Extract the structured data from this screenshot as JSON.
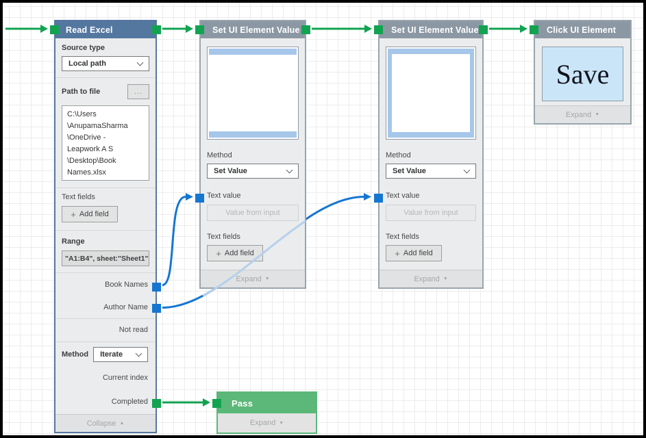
{
  "colors": {
    "connector_green": "#12a351",
    "connector_blue": "#1576d1",
    "connector_blue_dimmed": "#b5d0ec",
    "header_blue": "#54779f",
    "header_gray": "#8b98a4",
    "pass_green": "#5bb878",
    "preview_blue": "#a6c6ea",
    "save_preview_bg": "#cbe5f8"
  },
  "nodes": {
    "read_excel": {
      "title": "Read Excel",
      "source_type": {
        "label": "Source type",
        "value": "Local path"
      },
      "path_to_file": {
        "label": "Path to file",
        "browse": "...",
        "value": "C:\\Users\n\\AnupamaSharma\n\\OneDrive -\nLeapwork A S\n\\Desktop\\Book\nNames.xlsx"
      },
      "text_fields": {
        "label": "Text fields",
        "plus": "+",
        "add_button": "Add field"
      },
      "range": {
        "label": "Range",
        "value": "\"A1:B4\", sheet:\"Sheet1\""
      },
      "ports": {
        "book_names": "Book Names",
        "author_name": "Author Name",
        "not_read": "Not read",
        "current_index": "Current index",
        "completed": "Completed"
      },
      "method": {
        "label": "Method",
        "value": "Iterate"
      },
      "footer": {
        "label": "Collapse",
        "icon": "▲"
      }
    },
    "set_ui_1": {
      "title": "Set UI Element Value",
      "method": {
        "label": "Method",
        "value": "Set Value"
      },
      "text_value": {
        "label": "Text value",
        "placeholder": "Value from input"
      },
      "text_fields": {
        "label": "Text fields",
        "plus": "+",
        "add_button": "Add field"
      },
      "footer": {
        "label": "Expand",
        "icon": "▼"
      }
    },
    "set_ui_2": {
      "title": "Set UI Element Value",
      "method": {
        "label": "Method",
        "value": "Set Value"
      },
      "text_value": {
        "label": "Text value",
        "placeholder": "Value from input"
      },
      "text_fields": {
        "label": "Text fields",
        "plus": "+",
        "add_button": "Add field"
      },
      "footer": {
        "label": "Expand",
        "icon": "▼"
      }
    },
    "click_ui": {
      "title": "Click UI Element",
      "preview_text": "Save",
      "footer": {
        "label": "Expand",
        "icon": "▼"
      }
    },
    "pass": {
      "title": "Pass",
      "footer": {
        "label": "Expand",
        "icon": "▼"
      }
    }
  }
}
